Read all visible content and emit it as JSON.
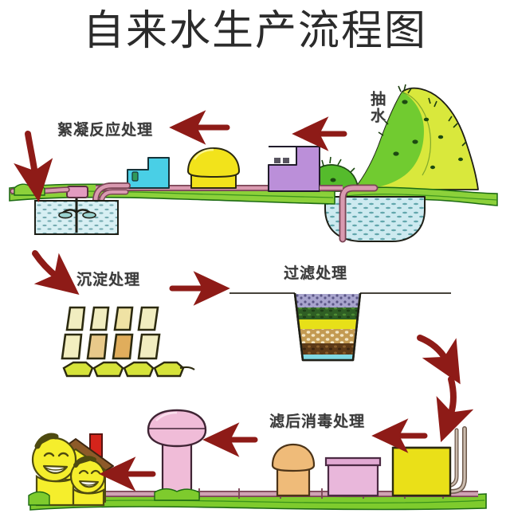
{
  "page": {
    "title": "自来水生产流程图",
    "background_color": "#ffffff"
  },
  "labels": {
    "pumping": "抽水",
    "flocculation": "絮凝反应处理",
    "sedimentation": "沉淀处理",
    "filtration": "过滤处理",
    "disinfection": "滤后消毒处理"
  },
  "colors": {
    "arrow": "#8e1b17",
    "arrow_dark": "#6d110e",
    "ink": "#2f2a20",
    "hill_green": "#63c32c",
    "hill_yellow": "#ddec3e",
    "grass": "#72c72e",
    "grass_dark": "#3f9b18",
    "water": "#c6e9ef",
    "water_speck": "#2f7f86",
    "pipe_pink": "#d99ab0",
    "pipe_stroke": "#7a4455",
    "dome_yellow": "#f2e31b",
    "building_cyan": "#49cfe6",
    "building_purple": "#bb8fd9",
    "tower_pink": "#f0bcd8",
    "tower_orange": "#efbb79",
    "tank_pink": "#e9b7db",
    "tank_yellow": "#eae018",
    "house_yellow": "#f5ee2c",
    "roof_brown": "#8d5a28",
    "chimney_red": "#d4241b",
    "filter_layer_1": "#9a96c6",
    "filter_layer_2": "#2f5f24",
    "filter_layer_3": "#e7e018",
    "filter_layer_4": "#c39a52",
    "filter_layer_5": "#5d3a17",
    "filter_layer_6": "#7fd9e4",
    "basin_olive": "#b6b82a",
    "basin_cream": "#f1edc0",
    "basin_tan": "#e0ad5c"
  },
  "sections": {
    "top": {
      "name": "raw-water-intake-and-flocculation",
      "components": [
        "water-source-pond",
        "green-hill",
        "intake-pipe",
        "purple-pump-house",
        "yellow-dome-tower",
        "cyan-plant-building",
        "pink-valve",
        "flocculation-tank-with-mixer"
      ]
    },
    "middle": {
      "name": "sedimentation-and-filtration",
      "sedimentation_basin_rows": 2,
      "sedimentation_basins_per_row": 4,
      "sedimentation_lower_shapes": 4,
      "filter_layers": [
        "purple-sand",
        "dark-green-media",
        "yellow-sand",
        "tan-gravel",
        "brown-gravel",
        "cyan-underdrain-water"
      ]
    },
    "bottom": {
      "name": "disinfection-and-distribution",
      "components": [
        "family-house",
        "pink-water-tower",
        "orange-mushroom-tower",
        "pink-clearwell-tank",
        "yellow-disinfection-tank",
        "inlet-pipe"
      ]
    }
  },
  "arrows": [
    {
      "name": "arrow-hill-to-pumphouse",
      "direction": "left"
    },
    {
      "name": "arrow-dome-to-flocculation",
      "direction": "left"
    },
    {
      "name": "arrow-into-flocculation-tank",
      "direction": "down-left"
    },
    {
      "name": "arrow-flocculation-to-sedimentation",
      "direction": "down-right"
    },
    {
      "name": "arrow-sedimentation-to-filtration",
      "direction": "right"
    },
    {
      "name": "arrow-filtration-to-disinfection",
      "direction": "down-right"
    },
    {
      "name": "arrow-disinfection-inlet",
      "direction": "left"
    },
    {
      "name": "arrow-disinfection-to-tower",
      "direction": "left"
    },
    {
      "name": "arrow-tower-to-home",
      "direction": "left"
    }
  ]
}
